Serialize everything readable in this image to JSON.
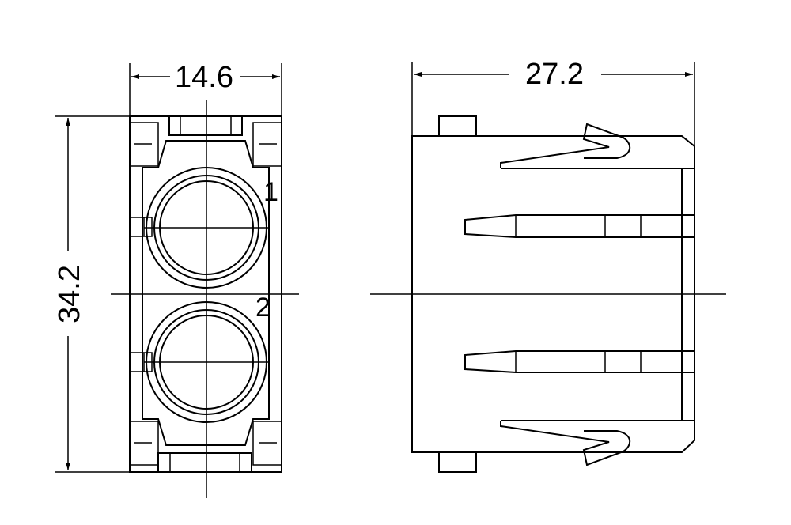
{
  "dimensions": {
    "width": "14.6",
    "height": "34.2",
    "length": "27.2"
  },
  "pin_labels": {
    "pin1": "1",
    "pin2": "2"
  }
}
